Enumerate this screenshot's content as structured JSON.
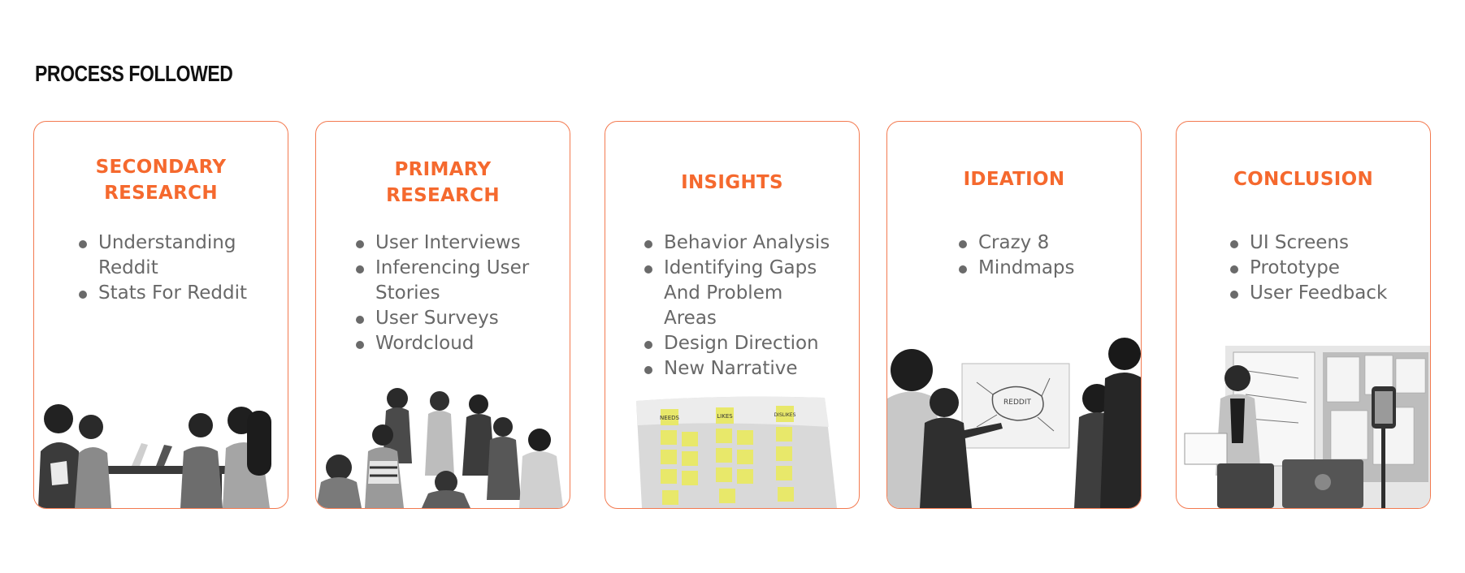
{
  "page": {
    "title": "PROCESS FOLLOWED"
  },
  "colors": {
    "accent": "#f5692e",
    "border": "#f37a50",
    "bullet_text": "#686868",
    "title": "#111111"
  },
  "cards": [
    {
      "title": "SECONDARY RESEARCH",
      "items": [
        "Understanding Reddit",
        "Stats For Reddit"
      ]
    },
    {
      "title": "PRIMARY RESEARCH",
      "items": [
        "User Interviews",
        "Inferencing User Stories",
        "User Surveys",
        "Wordcloud"
      ]
    },
    {
      "title": "INSIGHTS",
      "items": [
        "Behavior Analysis",
        "Identifying Gaps And Problem Areas",
        "Design Direction",
        "New Narrative"
      ]
    },
    {
      "title": "IDEATION",
      "items": [
        "Crazy 8",
        "Mindmaps"
      ]
    },
    {
      "title": "CONCLUSION",
      "items": [
        "UI Screens",
        "Prototype",
        "User Feedback"
      ]
    }
  ],
  "photos": {
    "insights_notes": [
      "NEEDS",
      "LIKES",
      "DISLIKES"
    ],
    "ideation_board": "REDDIT"
  }
}
